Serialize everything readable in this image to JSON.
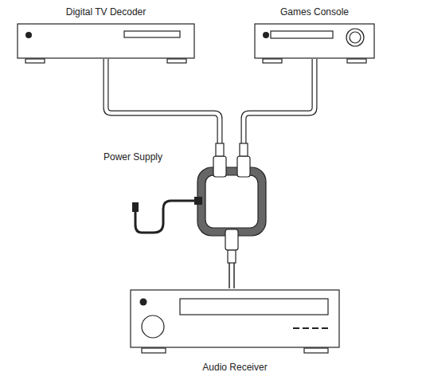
{
  "diagram": {
    "nodes": [
      {
        "text": [
          "Digital TV Decoder"
        ]
      },
      {
        "text": [
          "Games Console"
        ]
      },
      {
        "text": [
          "Audio Receiver"
        ]
      }
    ],
    "edges": [
      {
        "from": 0,
        "to": 2,
        "arrow": "none"
      },
      {
        "from": 1,
        "to": 2,
        "arrow": "none"
      }
    ],
    "labels": [
      "Power Supply"
    ]
  }
}
